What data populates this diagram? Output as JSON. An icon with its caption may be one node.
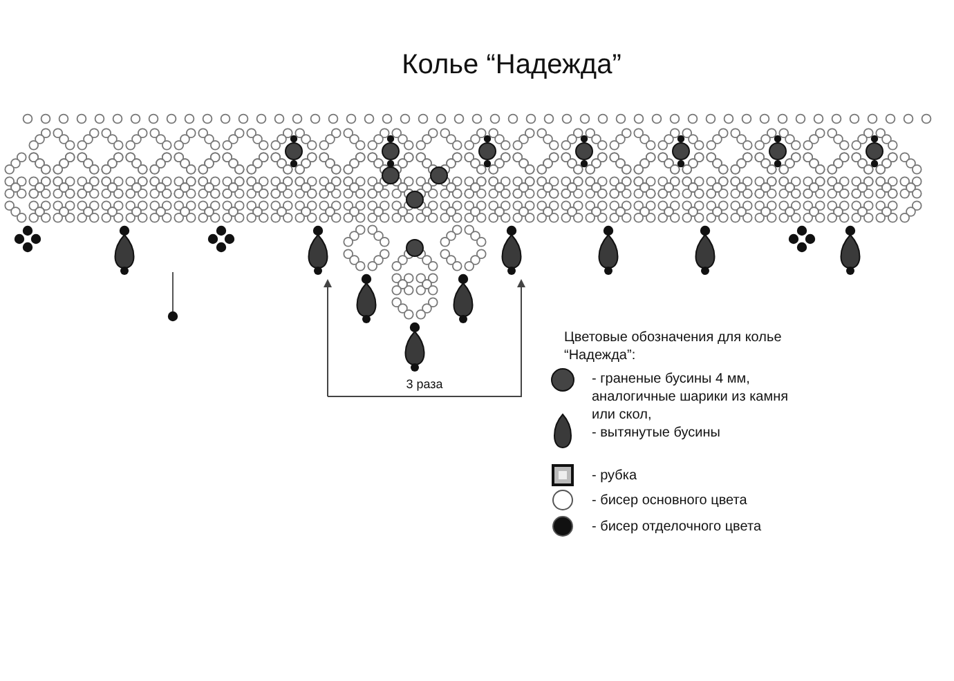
{
  "diagram": {
    "title": "Колье “Надежда”",
    "labels": [
      "3 раза",
      "Цветовые обозначения для колье “Надежда”:"
    ],
    "legend": [
      {
        "text": "- граненые бусины 4 мм, аналогичные шарики из камня или скол,"
      },
      {
        "text": "- вытянутые бусины"
      },
      {
        "text": "- рубка"
      },
      {
        "text": "- бисер основного цвета"
      },
      {
        "text": "- бисер отделочного цвета"
      }
    ]
  }
}
